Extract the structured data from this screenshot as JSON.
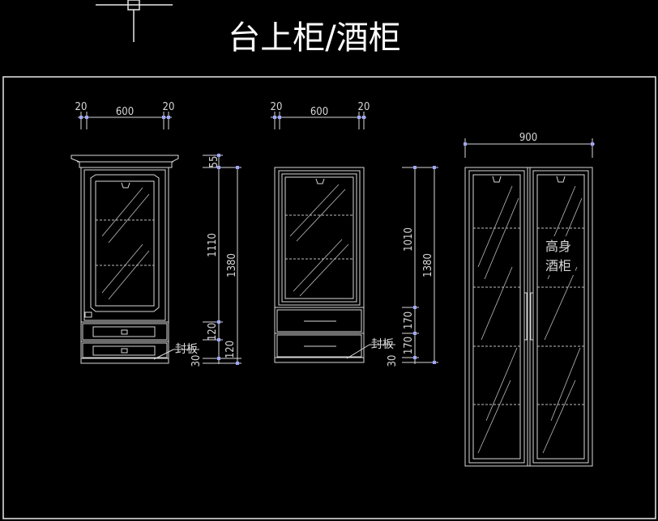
{
  "title": "台上柜/酒柜",
  "left_cabinet": {
    "width_dims": [
      "20",
      "600",
      "20"
    ],
    "height_dims": [
      "55",
      "1110",
      "120",
      "120",
      "30"
    ],
    "total_height": "1380",
    "note": "封板"
  },
  "middle_cabinet": {
    "width_dims": [
      "20",
      "600",
      "20"
    ],
    "height_dims": [
      "1010",
      "170",
      "170",
      "30"
    ],
    "total_height": "1380",
    "note": "封板"
  },
  "right_cabinet": {
    "width_dim": "900",
    "label_line1": "高身",
    "label_line2": "酒柜"
  }
}
